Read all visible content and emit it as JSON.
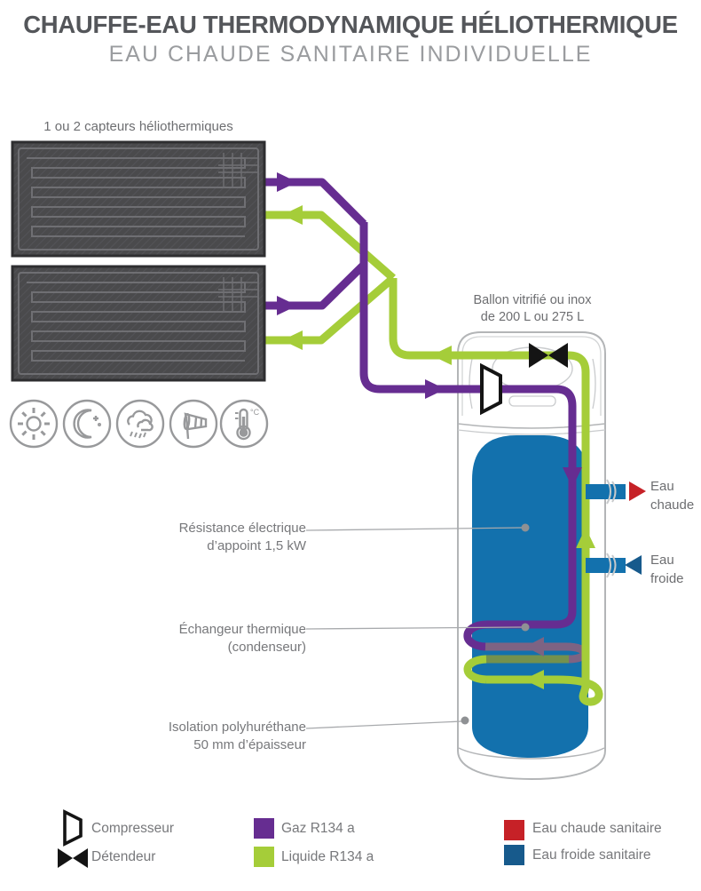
{
  "header": {
    "title": "CHAUFFE-EAU THERMODYNAMIQUE HÉLIOTHERMIQUE",
    "subtitle": "EAU CHAUDE SANITAIRE INDIVIDUELLE"
  },
  "collectors": {
    "label": "1 ou 2 capteurs héliothermiques"
  },
  "conditions_icons": [
    "sun-icon",
    "moon-icon",
    "rain-icon",
    "wind-icon",
    "temperature-icon"
  ],
  "temperature_icon_unit": "°C",
  "tank": {
    "label_line1": "Ballon vitrifié ou inox",
    "label_line2": "de 200 L ou 275 L"
  },
  "callouts": {
    "resistance": {
      "line1": "Résistance électrique",
      "line2": "d’appoint 1,5 kW"
    },
    "exchanger": {
      "line1": "Échangeur thermique",
      "line2": "(condenseur)"
    },
    "insulation": {
      "line1": "Isolation polyhuréthane",
      "line2": "50 mm d’épaisseur"
    }
  },
  "ports": {
    "hot": {
      "line1": "Eau",
      "line2": "chaude"
    },
    "cold": {
      "line1": "Eau",
      "line2": "froide"
    }
  },
  "legend": {
    "items": [
      {
        "icon": "compressor-icon",
        "label": "Compresseur"
      },
      {
        "icon": "expansion-valve-icon",
        "label": "Détendeur"
      },
      {
        "swatch": "#662d91",
        "label": "Gaz R134 a"
      },
      {
        "swatch": "#a5cd39",
        "label": "Liquide R134 a"
      },
      {
        "swatch": "#c62127",
        "label": "Eau chaude sanitaire"
      },
      {
        "swatch": "#175a8c",
        "label": "Eau froide sanitaire"
      }
    ]
  },
  "colors": {
    "gas": "#662d91",
    "gas_muted": "#7d6383",
    "liquid": "#a5cd39",
    "liquid_muted": "#74914e",
    "water": "#1371ad",
    "hot": "#c62127",
    "cold": "#175a8c",
    "title_text": "#54565a",
    "subtitle_text": "#9a9c9f",
    "label_text": "#77787b",
    "tank_outline": "#b3b5b7",
    "panel": "#4a4a4c"
  }
}
